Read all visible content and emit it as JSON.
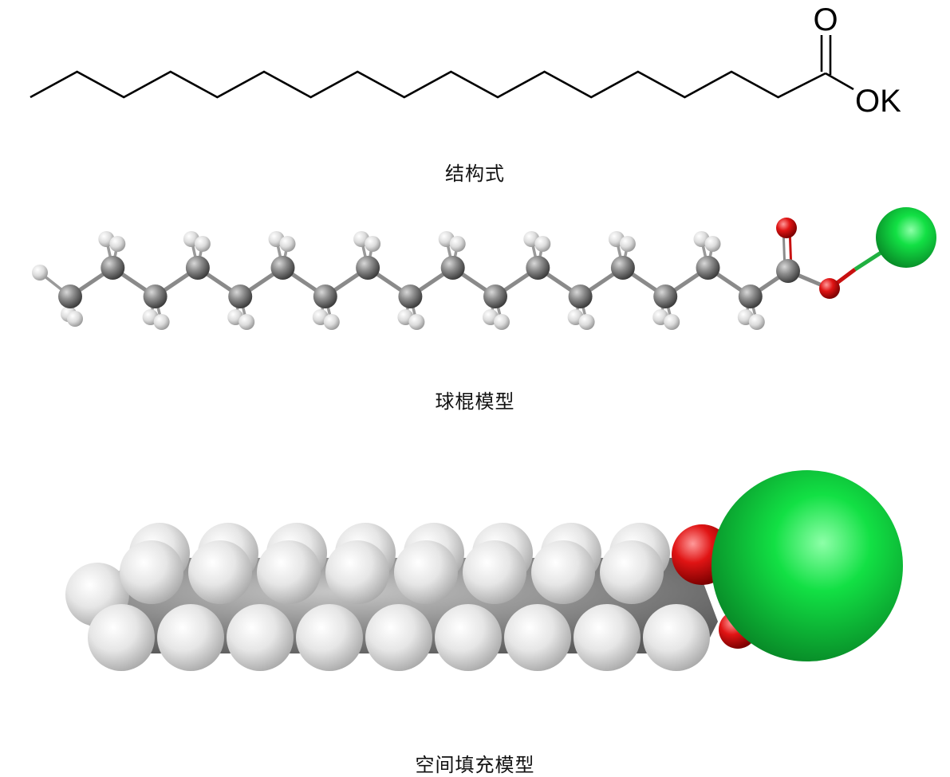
{
  "structural_formula": {
    "carbonyl_oxygen_label": "O",
    "ok_label": "OK",
    "caption": "结构式"
  },
  "ball_stick_model": {
    "caption": "球棍模型"
  },
  "space_filling_model": {
    "caption": "空间填充模型"
  },
  "colors": {
    "carbon": "#808080",
    "hydrogen": "#e8e8e8",
    "oxygen": "#e01010",
    "potassium": "#10cc30",
    "bond": "#8a8a8a",
    "line": "#000000"
  }
}
